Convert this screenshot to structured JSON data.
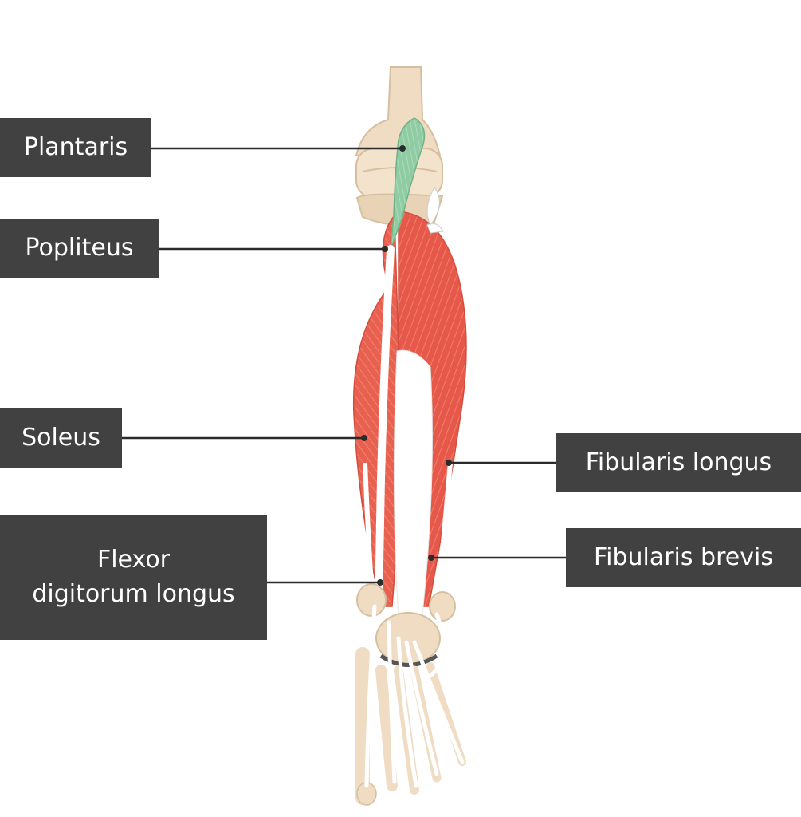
{
  "diagram": {
    "labels": {
      "plantaris": "Plantaris",
      "popliteus": "Popliteus",
      "soleus": "Soleus",
      "flexor_digitorum_longus_line1": "Flexor",
      "flexor_digitorum_longus_line2": "digitorum longus",
      "fibularis_longus": "Fibularis longus",
      "fibularis_brevis": "Fibularis brevis"
    },
    "colors": {
      "label_background": "#414141",
      "label_text": "#ffffff",
      "leader_line": "#2b2b2b",
      "muscle": "#e8604f",
      "muscle_fiber": "#f07e6d",
      "highlight_muscle": "#8fcca4",
      "bone": "#efdcc3",
      "bone_outline": "#d6bf9f",
      "tendon": "#ffffff"
    }
  }
}
